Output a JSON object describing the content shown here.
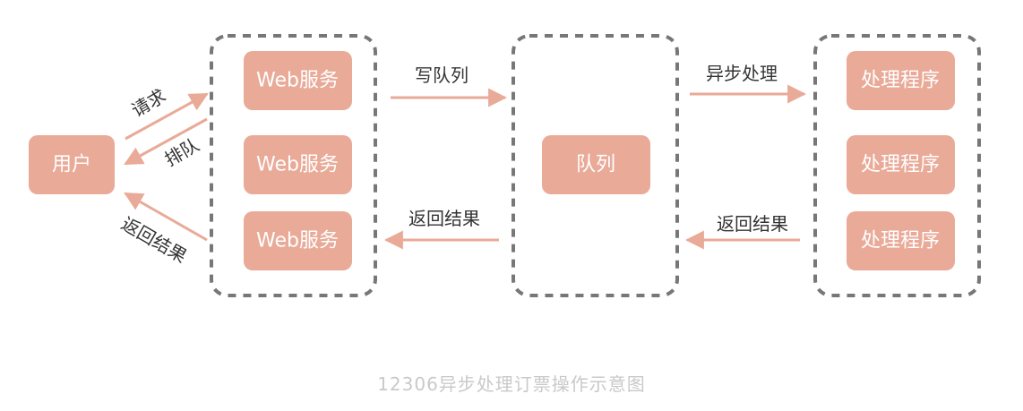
{
  "colors": {
    "box_fill": "#e9aa98",
    "box_text": "#ffffff",
    "arrow": "#e9aa98",
    "dashed_border": "#777777",
    "label_text": "#333333",
    "caption_text": "#c9c9c9"
  },
  "nodes": {
    "user": "用户",
    "web1": "Web服务",
    "web2": "Web服务",
    "web3": "Web服务",
    "queue": "队列",
    "proc1": "处理程序",
    "proc2": "处理程序",
    "proc3": "处理程序"
  },
  "edges": {
    "request": "请求",
    "queue_up": "排队",
    "return_to_user": "返回结果",
    "write_queue": "写队列",
    "return_to_web": "返回结果",
    "async_process": "异步处理",
    "return_to_queue": "返回结果"
  },
  "caption": "12306异步处理订票操作示意图"
}
